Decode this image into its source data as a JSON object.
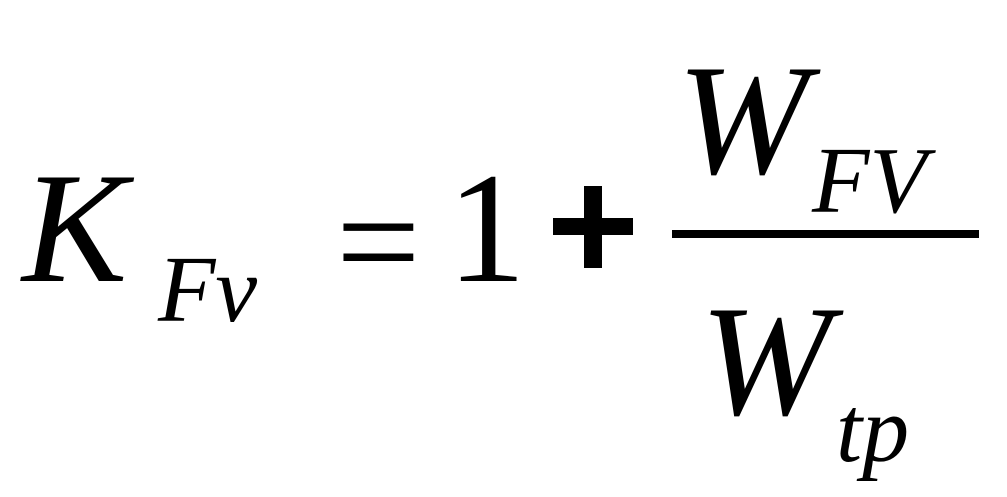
{
  "equation": {
    "lhs": {
      "symbol": "K",
      "subscript": "Fv"
    },
    "equals_sign": "=",
    "constant": "1",
    "plus_sign": "+",
    "fraction": {
      "numerator": {
        "symbol": "W",
        "subscript": "FV"
      },
      "denominator": {
        "symbol": "W",
        "subscript": "tp"
      }
    }
  }
}
